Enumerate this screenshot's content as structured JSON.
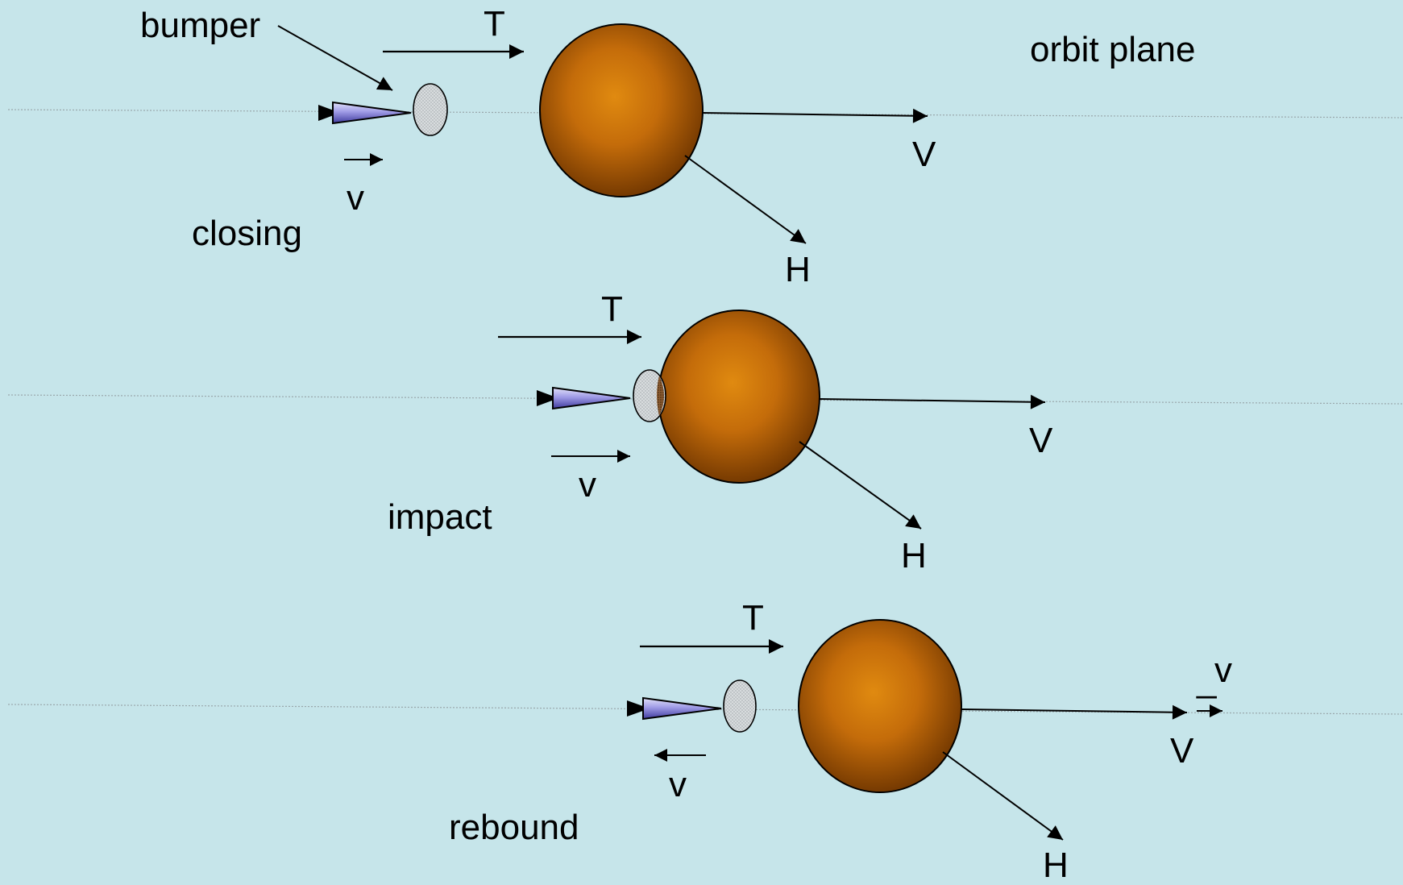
{
  "labels": {
    "bumper": "bumper",
    "orbit_plane": "orbit plane",
    "T": "T",
    "V": "V",
    "H": "H",
    "v": "v",
    "minus_v_sign": "_",
    "minus_v_letter": "v"
  },
  "stages": [
    {
      "name": "closing"
    },
    {
      "name": "impact"
    },
    {
      "name": "rebound"
    }
  ],
  "colors": {
    "background": "#c6e5ea",
    "asteroid_core": "#e08a10",
    "asteroid_edge": "#6b3300",
    "bumper_fill": "#d4d9db",
    "projectile_light": "#c9c9f2",
    "projectile_dark": "#5a55c0",
    "orbit_line": "#9aa8ac"
  },
  "icons": [
    "asteroid",
    "bumper-disc",
    "projectile-cone"
  ]
}
